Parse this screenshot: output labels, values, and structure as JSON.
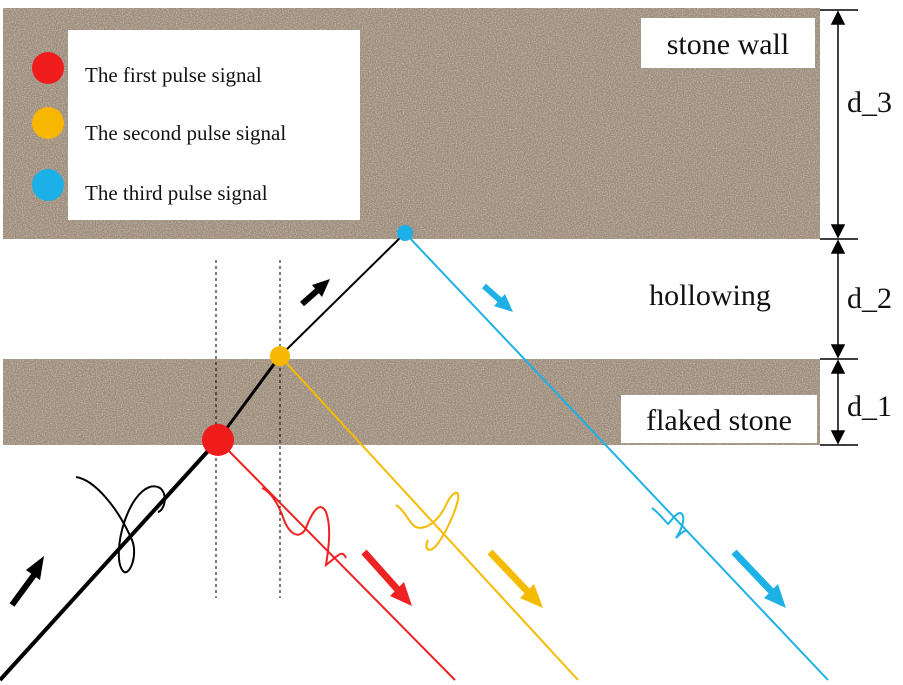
{
  "legend": {
    "items": [
      {
        "label": "The first pulse signal",
        "color": "#f01b1b"
      },
      {
        "label": "The second pulse signal",
        "color": "#f7b700"
      },
      {
        "label": "The third pulse signal",
        "color": "#1cb0e8"
      }
    ]
  },
  "layers": {
    "stone_wall": "stone wall",
    "hollowing": "hollowing",
    "flaked_stone": "flaked stone"
  },
  "dimensions": {
    "d3": "d_3",
    "d2": "d_2",
    "d1": "d_1"
  },
  "colors": {
    "stone": "#a0907e",
    "incident": "#000000",
    "first": "#ee2222",
    "second": "#f5bb00",
    "third": "#1db1e6"
  }
}
